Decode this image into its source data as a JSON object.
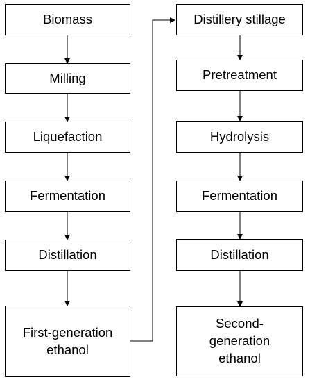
{
  "diagram": {
    "left_column": [
      "Biomass",
      "Milling",
      "Liquefaction",
      "Fermentation",
      "Distillation",
      "First-generation ethanol"
    ],
    "right_column": [
      "Distillery stillage",
      "Pretreatment",
      "Hydrolysis",
      "Fermentation",
      "Distillation",
      "Second-generation ethanol"
    ]
  }
}
